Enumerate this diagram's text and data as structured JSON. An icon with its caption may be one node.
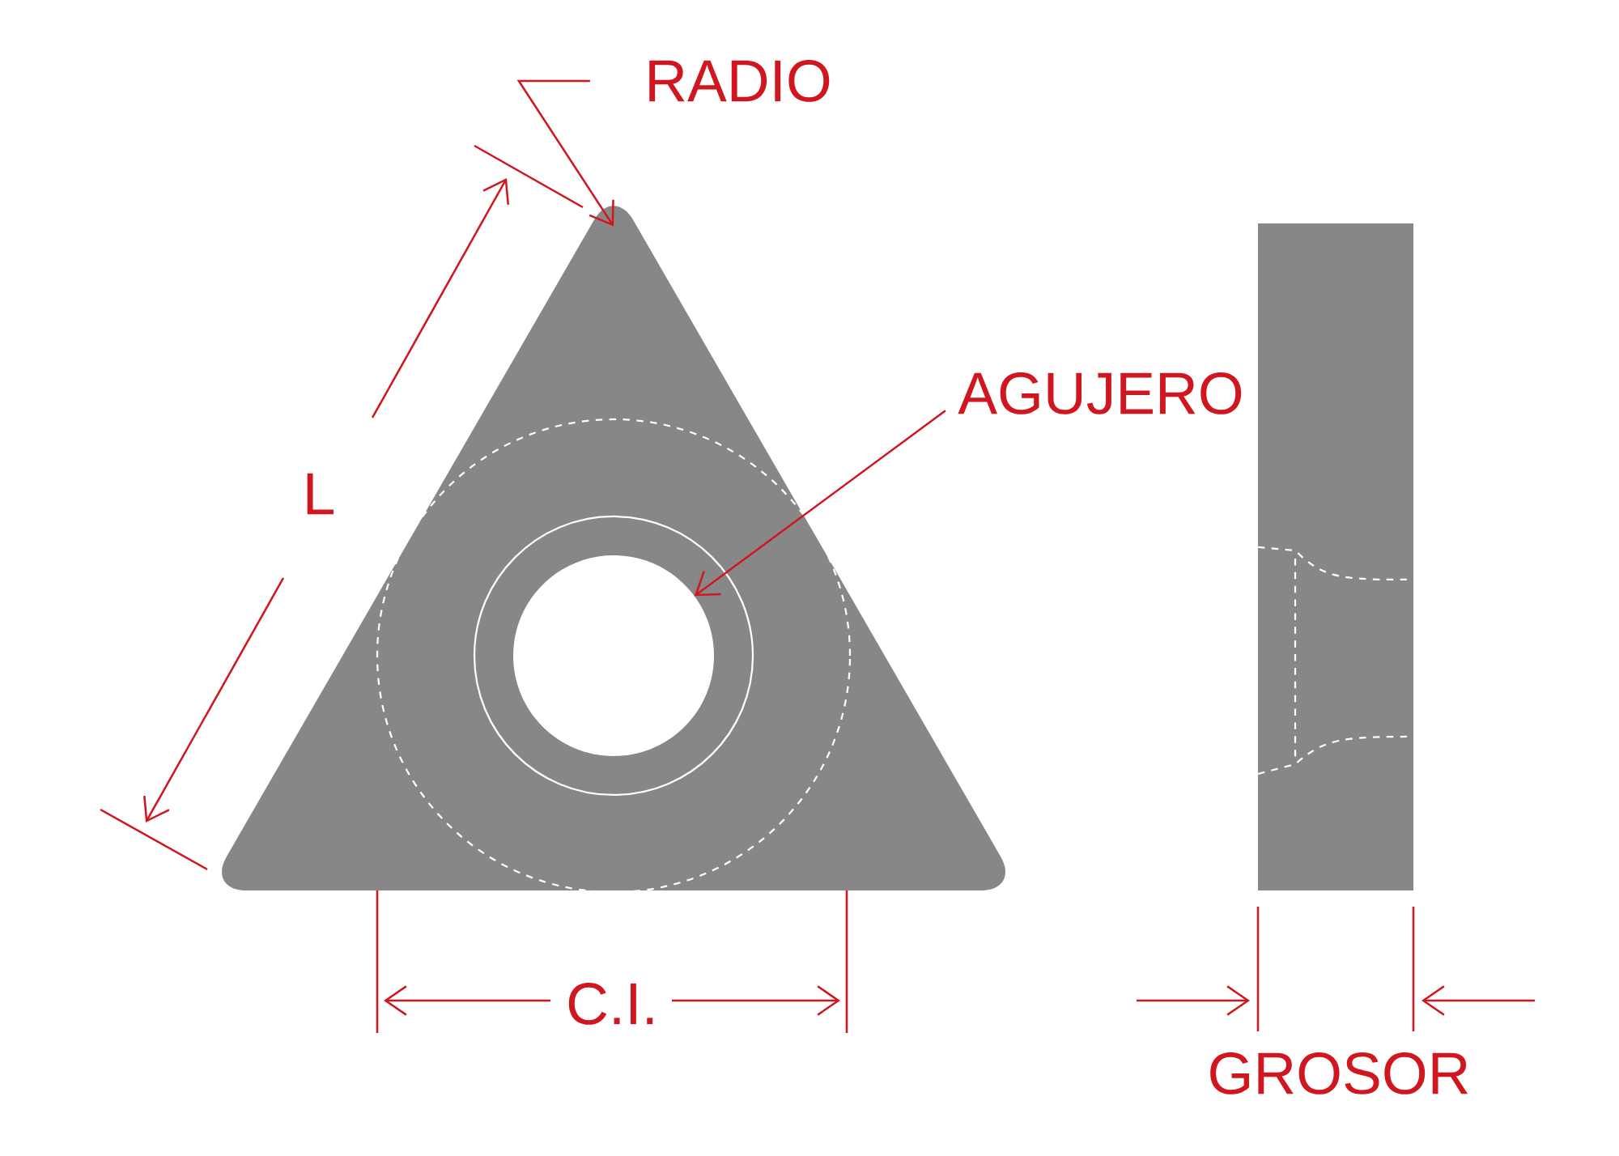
{
  "diagram": {
    "nodes": [
      {
        "text": [
          "RADIO"
        ]
      },
      {
        "text": [],
        "shape": "triangle"
      },
      {
        "text": [
          "AGUJERO"
        ]
      },
      {
        "text": [],
        "shape": "circle",
        "in": 1
      }
    ],
    "edges": [
      {
        "from": 0,
        "to": 1,
        "arrow": "to"
      },
      {
        "from": 2,
        "to": 3,
        "arrow": "to"
      }
    ],
    "labels": [
      "L",
      "C.I.",
      "GROSOR"
    ]
  }
}
